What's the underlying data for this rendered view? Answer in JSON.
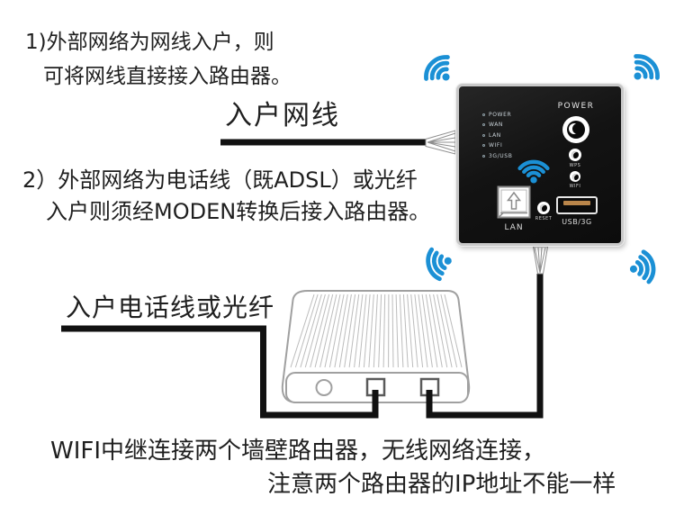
{
  "colors": {
    "background": "#ffffff",
    "ink": "#1f1f1f",
    "cable": "#111111",
    "wifi_blue": "#1b90d5",
    "router_frame": "#c9c9c9",
    "modem_line": "#a0a0a0",
    "usb_contacts": "#b9854a"
  },
  "step1": {
    "line1": "1)外部网络为网线入户，则",
    "line2": "可将网线直接接入路由器。"
  },
  "step2": {
    "line1": "2）外部网络为电话线（既ADSL）或光纤",
    "line2": "入户则须经MODEN转换后接入路由器。"
  },
  "cable_labels": {
    "ethernet": "入户网线",
    "phone": "入户电话线或光纤"
  },
  "footer": {
    "line1": "WIFI中继连接两个墙壁路由器，无线网络连接，",
    "line2": "注意两个路由器的IP地址不能一样"
  },
  "router_panel": {
    "power_label": "POWER",
    "leds": [
      "POWER",
      "WAN",
      "LAN",
      "WIFI",
      "3G/USB"
    ],
    "wps_label": "WPS",
    "wifi_label": "WIFI",
    "reset_label": "RESET",
    "lan_label": "LAN",
    "usb_label": "USB/3G"
  },
  "icons": {
    "wifi_signal": "three concentric quarter arcs over a dot",
    "power_button": "white ring with dark disc and crescent highlight",
    "lan_arrow": "outlined up arrow in white square port"
  }
}
